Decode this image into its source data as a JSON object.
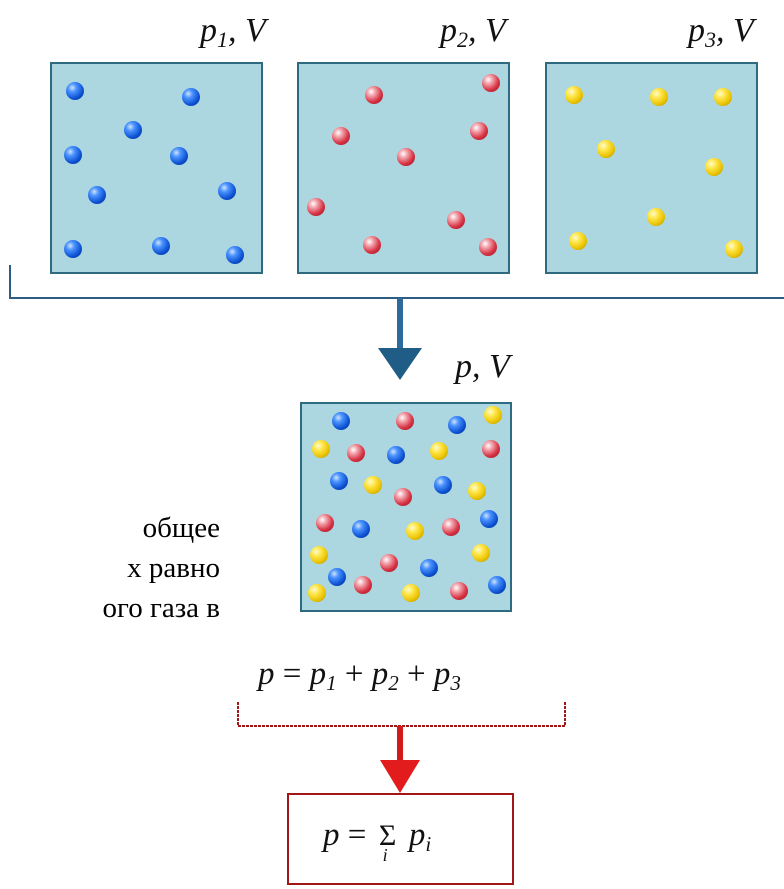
{
  "labels": {
    "box1": {
      "p": "p",
      "sub": "1",
      "v": ", V"
    },
    "box2": {
      "p": "p",
      "sub": "2",
      "v": ", V"
    },
    "box3": {
      "p": "p",
      "sub": "3",
      "v": ", V"
    },
    "mix": {
      "p": "p",
      "v": ", V"
    }
  },
  "text_lines": [
    "общее",
    "х равно",
    "ого газа в"
  ],
  "formula": {
    "p": "p",
    "eq": " = ",
    "p1": "p",
    "s1": "1",
    "plus1": " + ",
    "p2": "p",
    "s2": "2",
    "plus2": " + ",
    "p3": "p",
    "s3": "3"
  },
  "sum_formula": {
    "p": "p",
    "eq": " = ",
    "sigma": "Σ",
    "index": "i",
    "pi": "p",
    "pi_sub": "i"
  },
  "colors": {
    "box_fill": "#acd7e1",
    "box_border": "#2e6a80",
    "blue_arrow": "#1f5c86",
    "red_arrow": "#e21c1c",
    "red_bracket": "#a11616",
    "molecule_1": "blue",
    "molecule_2": "red",
    "molecule_3": "yellow"
  }
}
